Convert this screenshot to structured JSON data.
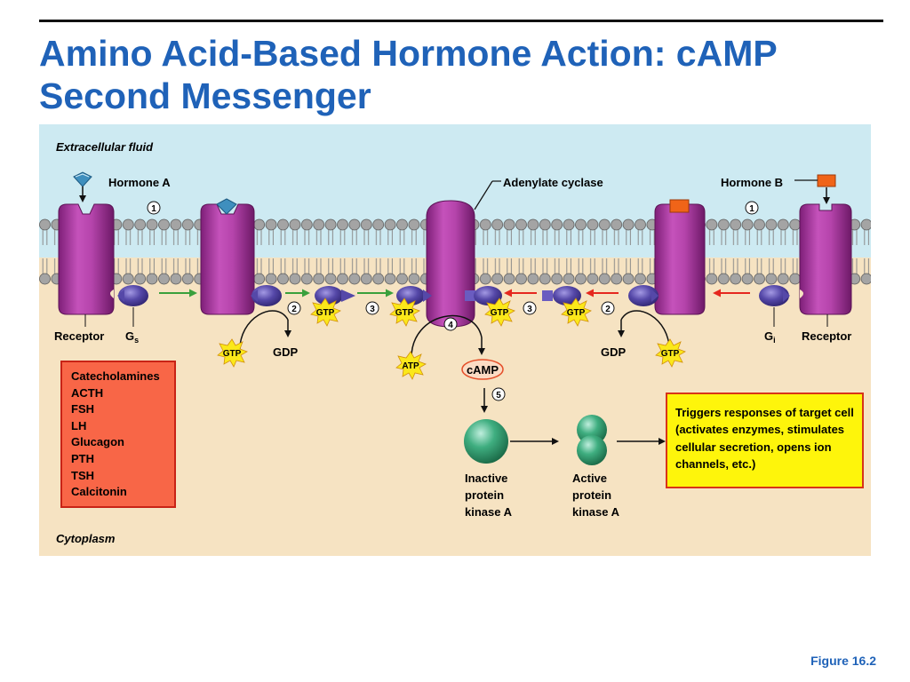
{
  "title": "Amino Acid-Based Hormone Action: cAMP Second Messenger",
  "figure_label": "Figure 16.2",
  "regions": {
    "extracellular": "Extracellular fluid",
    "cytoplasm": "Cytoplasm"
  },
  "labels": {
    "hormone_a": "Hormone A",
    "hormone_b": "Hormone B",
    "adenylate_cyclase": "Adenylate cyclase",
    "receptor_left": "Receptor",
    "receptor_right": "Receptor",
    "g_s_main": "G",
    "g_s_sub": "s",
    "g_i_main": "G",
    "g_i_sub": "i",
    "gdp_left": "GDP",
    "gdp_right": "GDP",
    "camp": "cAMP",
    "inactive_pka": [
      "Inactive",
      "protein",
      "kinase A"
    ],
    "active_pka": [
      "Active",
      "protein",
      "kinase A"
    ]
  },
  "bursts": {
    "gtp": "GTP",
    "atp": "ATP"
  },
  "steps": [
    "1",
    "2",
    "3",
    "4",
    "5"
  ],
  "hormone_list": [
    "Catecholamines",
    "ACTH",
    "FSH",
    "LH",
    "Glucagon",
    "PTH",
    "TSH",
    "Calcitonin"
  ],
  "response_text": "Triggers responses of target cell (activates enzymes, stimulates cellular secretion, opens ion channels, etc.)",
  "colors": {
    "extracellular": "#cdeaf2",
    "cytoplasm": "#f6e3c2",
    "receptor": "#a3389c",
    "g_protein": "#5548a8",
    "hormone_a": "#3f8fbe",
    "hormone_b": "#f06418",
    "enzyme_green": "#2f9a6a",
    "arrow_green": "#3aa03c",
    "arrow_red": "#e5281f",
    "burst": "#fbe81a"
  }
}
